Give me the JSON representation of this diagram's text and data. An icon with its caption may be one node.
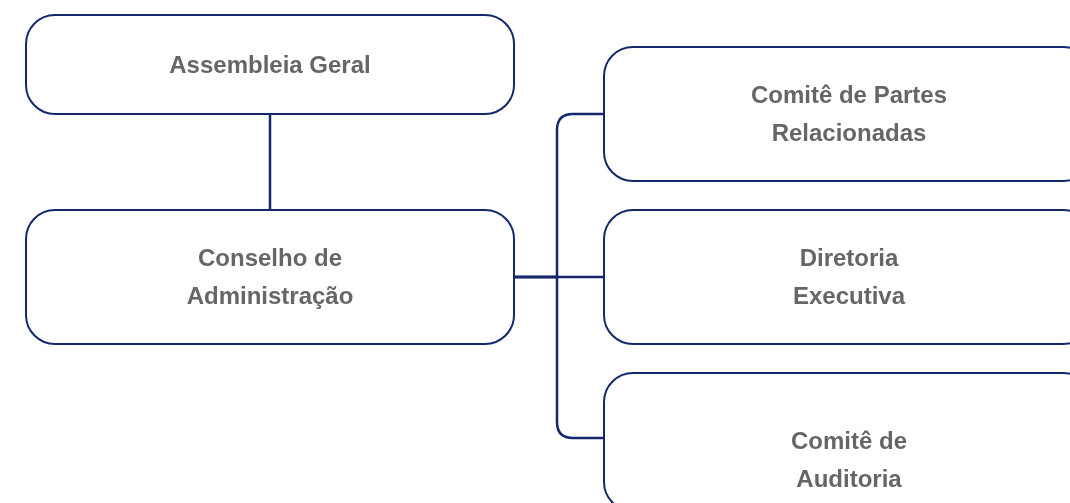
{
  "diagram": {
    "nodes": [
      {
        "text": [
          "Assembleia Geral"
        ]
      },
      {
        "text": [
          "Conselho de Administração"
        ]
      },
      {
        "text": [
          "Comitê de Partes Relacionadas"
        ]
      },
      {
        "text": [
          "Diretoria Executiva"
        ]
      },
      {
        "text": [
          "Comitê de Auditoria"
        ]
      }
    ],
    "edges": [
      {
        "from": 0,
        "to": 1,
        "arrow": "none"
      },
      {
        "from": 1,
        "to": 2,
        "arrow": "none"
      },
      {
        "from": 1,
        "to": 3,
        "arrow": "none"
      },
      {
        "from": 1,
        "to": 4,
        "arrow": "none"
      }
    ]
  }
}
